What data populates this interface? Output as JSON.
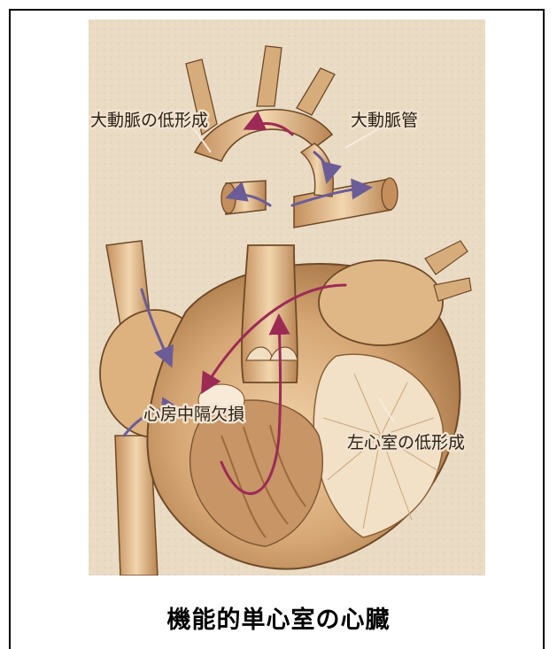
{
  "labels": {
    "aortic_hypoplasia": "大動脈の低形成",
    "ductus_arteriosus": "大動脈管",
    "atrial_septal_defect": "心房中隔欠損",
    "left_ventricle_hypoplasia": "左心室の低形成"
  },
  "caption": "機能的単心室の心臓",
  "colors": {
    "background": "#eadbc4",
    "tissue": "#d7ac7b",
    "tissue_dark": "#9a6b3e",
    "outline": "#6e4a28",
    "oxygenated_arrow": "#9c2a55",
    "deoxygenated_arrow": "#6b5c98"
  }
}
